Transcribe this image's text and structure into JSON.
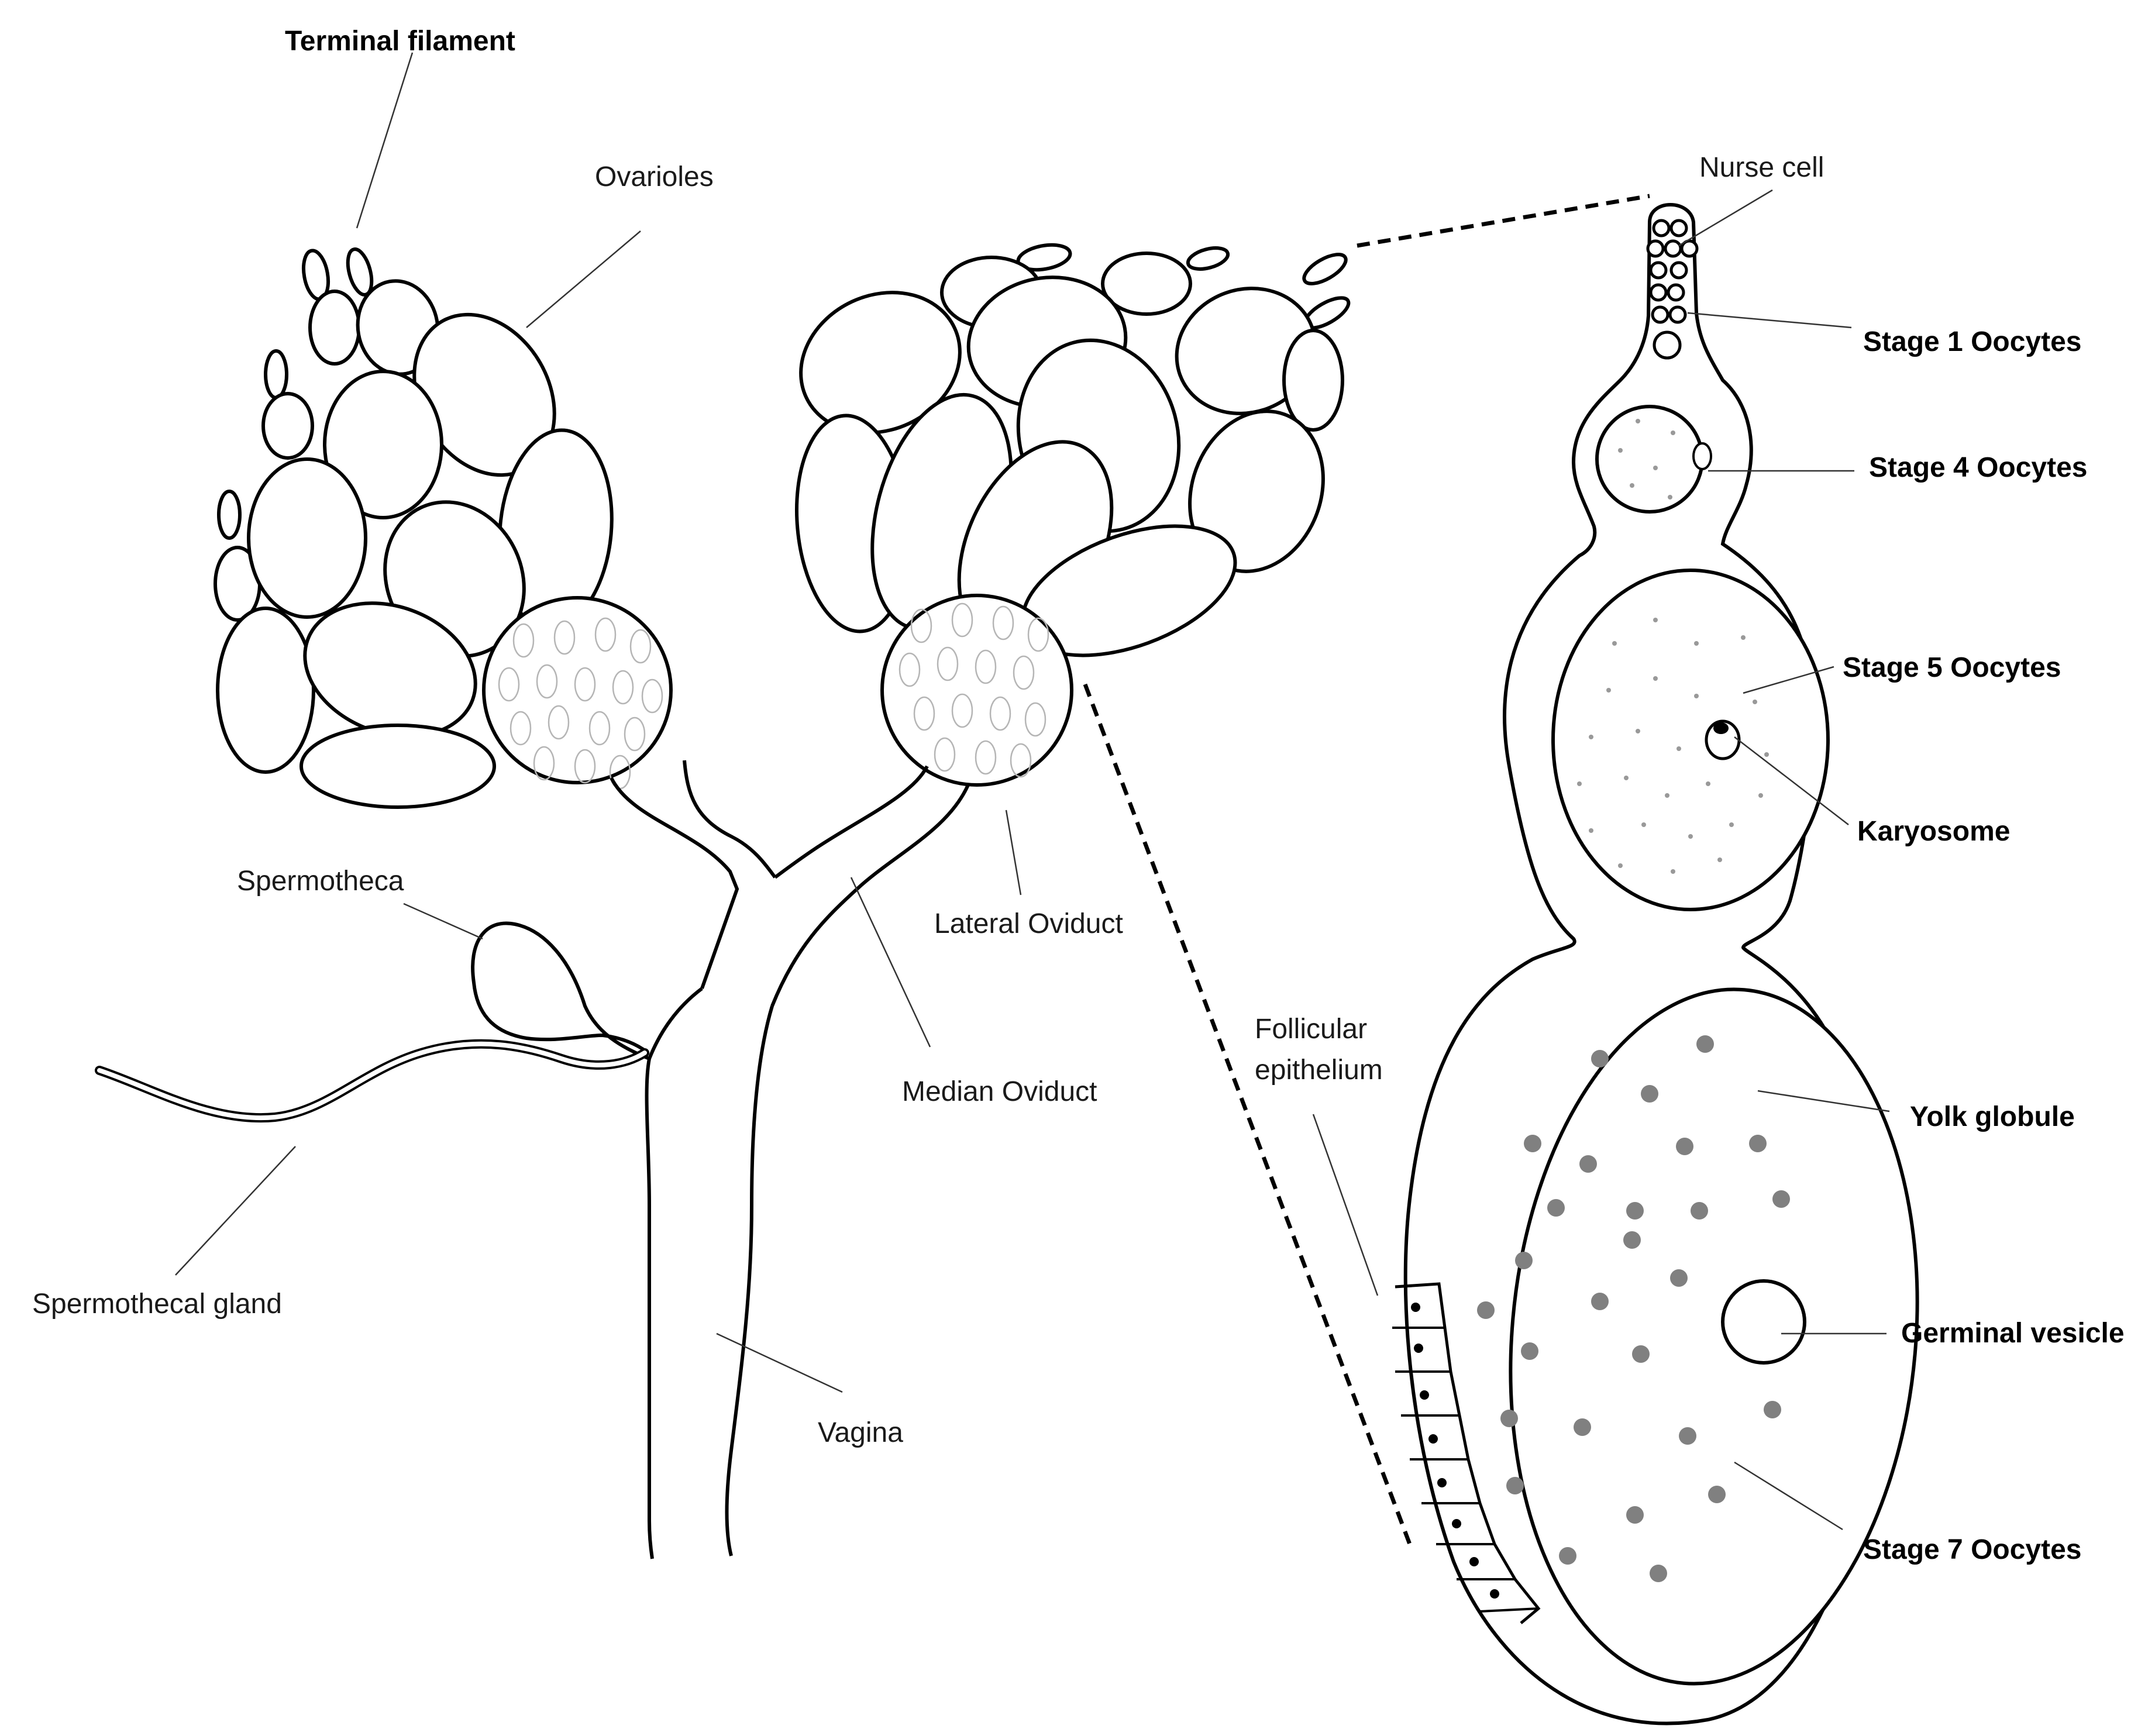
{
  "labels": {
    "terminal_filament": "Terminal filament",
    "ovarioles": "Ovarioles",
    "spermotheca": "Spermotheca",
    "spermothecal_gland": "Spermothecal gland",
    "lateral_oviduct": "Lateral Oviduct",
    "median_oviduct": "Median Oviduct",
    "vagina": "Vagina",
    "nurse_cell": "Nurse cell",
    "stage1": "Stage 1 Oocytes",
    "stage4": "Stage 4 Oocytes",
    "stage5": "Stage 5 Oocytes",
    "karyosome": "Karyosome",
    "follicular_1": "Follicular",
    "follicular_2": "epithelium",
    "yolk_globule": "Yolk globule",
    "germinal_vesicle": "Germinal vesicle",
    "stage7": "Stage 7 Oocytes"
  },
  "colors": {
    "outline": "#000000",
    "leader": "#333333",
    "egg_faint": "#b5b5b5",
    "yolk": "#808080",
    "background": "#ffffff"
  }
}
